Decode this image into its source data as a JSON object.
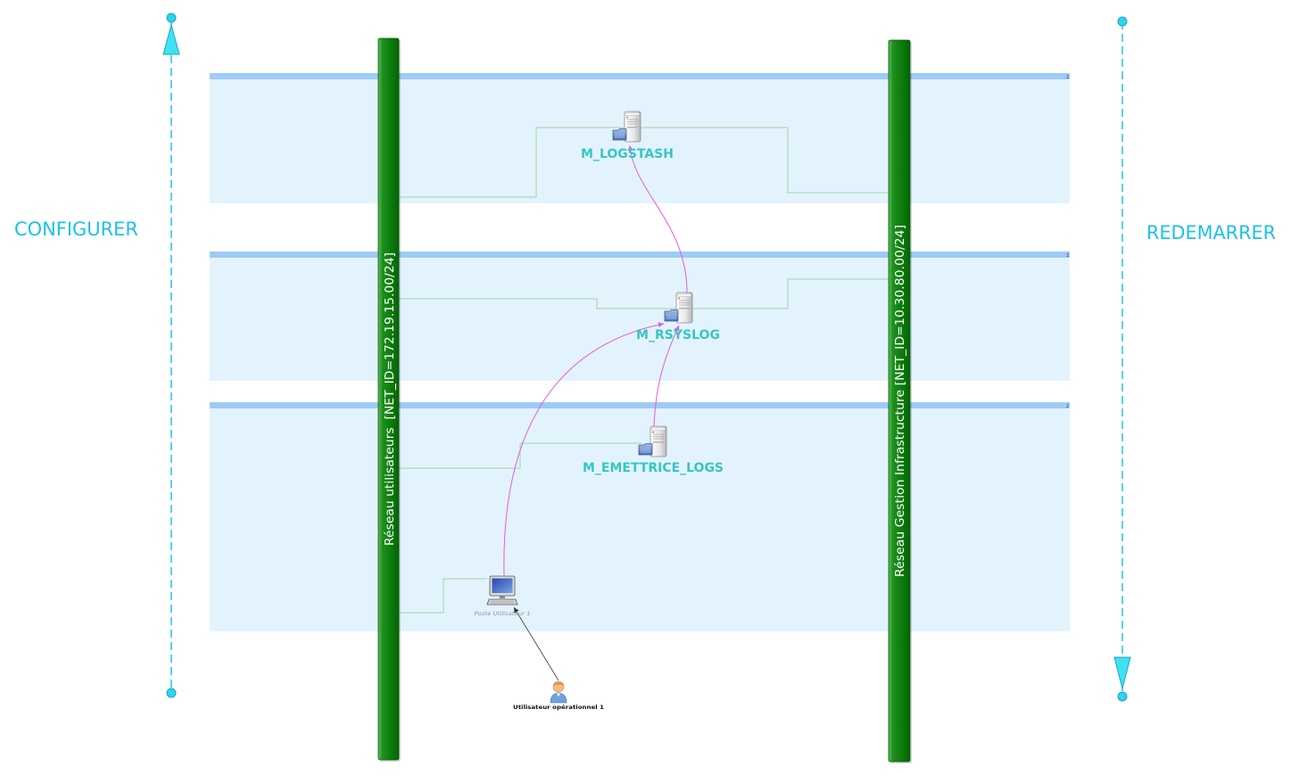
{
  "phases": {
    "configure_label": "CONFIGURER",
    "restart_label": "REDEMARRER"
  },
  "networks": [
    {
      "label": "Réseau utilisateurs  [NET_ID=172.19.15.00/24]"
    },
    {
      "label": "Réseau Gestion Infrastructure [NET_ID=10.30.80.00/24]"
    }
  ],
  "zones": [
    {
      "badge": "2"
    },
    {
      "badge": "2"
    },
    {
      "badge": "2"
    }
  ],
  "nodes": {
    "logstash": {
      "label": "M_LOGSTASH",
      "icon": "server-icon"
    },
    "rsyslog": {
      "label": "M_RSYSLOG",
      "icon": "server-icon"
    },
    "emettrice_logs": {
      "label": "M_EMETTRICE_LOGS",
      "icon": "server-icon"
    },
    "poste": {
      "label": "Poste Utilisateur 1",
      "icon": "workstation-icon"
    },
    "user": {
      "label": "Utilisateur opérationnel 1",
      "icon": "user-icon"
    }
  },
  "colors": {
    "phase_arrow": "#22c3e3",
    "phase_label": "#1cc2e6",
    "network": "#0b7d0b",
    "zone_fill": "#e3f3fd",
    "zone_header": "#9ecbf5",
    "node_label": "#36c6c4",
    "link": "#9dd6a9",
    "flow": "#e05ce0"
  }
}
